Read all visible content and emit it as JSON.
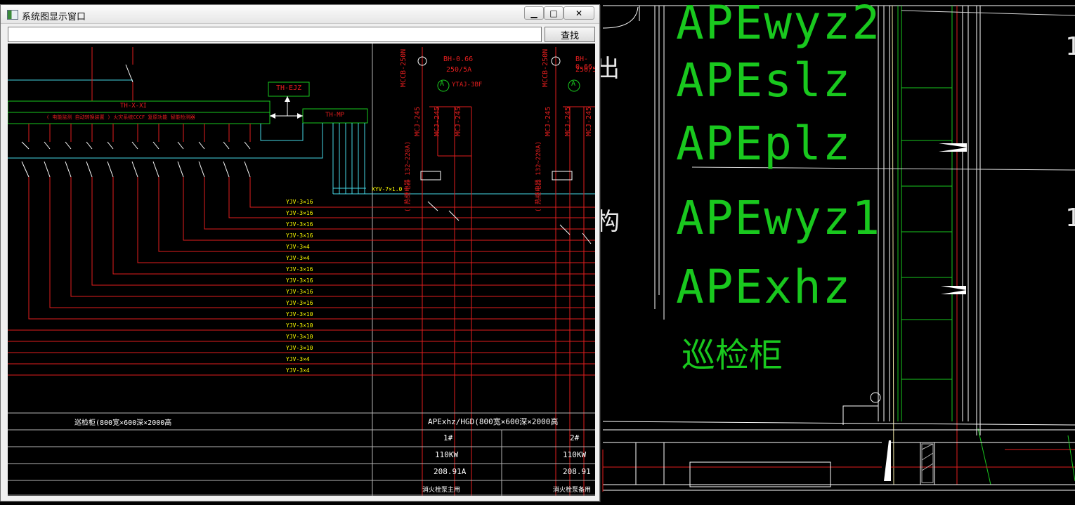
{
  "window": {
    "title": "系统图显示窗口",
    "minimize_glyph": "▁",
    "maximize_glyph": "□",
    "close_glyph": "✕"
  },
  "search": {
    "value": "",
    "placeholder": "",
    "button_label": "查找"
  },
  "diagram": {
    "panel_left_header": "TH-X-XI",
    "panel_left_subtitle": "( 电能监测 自动转换装置 ) 火灾系统CCCF 复原功能 智能检测器",
    "box_top_label": "TH-EJZ",
    "box_mid_label": "TH-MP",
    "bus_label": "XYV-7×1.0",
    "breaker_top_left": "MCCB-250N",
    "breaker_top_left_text1": "BH-0.66",
    "breaker_top_left_text2": "250/5A",
    "meter_label": "YTAJ-3BF",
    "breaker_top_right": "MCCB-250N",
    "breaker_top_right_text1": "BH-0.66",
    "breaker_top_right_text2": "250/5",
    "ammeter_glyph": "A",
    "contactor_label": "MCJ-245",
    "contactor_label_b": "MCJ-245",
    "contactor_label_c": "MCJ-245",
    "contactor_right_a": "MCJ-245",
    "contactor_right_b": "MCJ-245",
    "contactor_right_c": "MCJ-245",
    "relay_left": "( 热继电器 132~220A)",
    "relay_right": "( 热继电器 132~220A)",
    "cables": [
      "YJV-3×16",
      "YJV-3×16",
      "YJV-3×16",
      "YJV-3×16",
      "YJV-3×4",
      "YJV-3×4",
      "YJV-3×16",
      "YJV-3×16",
      "YJV-3×16",
      "YJV-3×16",
      "YJV-3×10",
      "YJV-3×10",
      "YJV-3×10",
      "YJV-3×10",
      "YJV-3×4",
      "YJV-3×4"
    ],
    "table": {
      "left_title": "巡检柜(800宽×600深×2000高",
      "right_title": "APExhz/HGD(800宽×600深×2000高",
      "col1": "1#",
      "col2": "2#",
      "power1": "110KW",
      "power2": "110KW",
      "current1": "208.91A",
      "current2": "208.91",
      "use1": "消火栓泵主用",
      "use2": "消火栓泵备用"
    }
  },
  "background": {
    "labels": [
      "APEwyz2",
      "APEslz",
      "APEplz",
      "APEwyz1",
      "APExhz",
      "巡检柜"
    ],
    "edge_text_1": "出",
    "edge_text_2": "构",
    "edge_digit_1": "1",
    "edge_digit_2": "1"
  },
  "colors": {
    "cad_green": "#19c81e",
    "cad_red": "#e21e1e",
    "cad_yellow": "#ffff00",
    "cad_cyan": "#46d7e6",
    "cad_white": "#ffffff"
  }
}
